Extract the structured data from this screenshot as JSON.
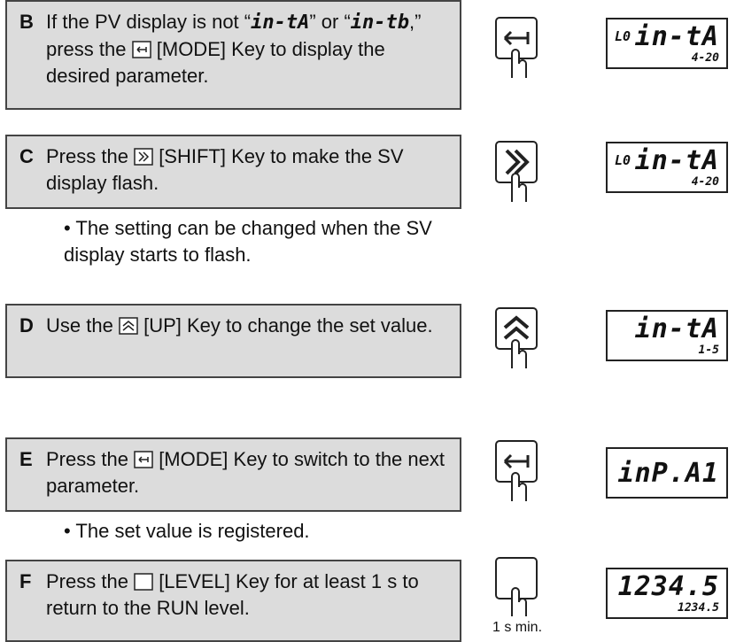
{
  "steps": [
    {
      "letter": "B",
      "pre": "If the PV display is not “",
      "d1": "in-tA",
      "mid": "” or “",
      "d2": "in-tb",
      "post": ",” press the",
      "key": "[MODE] Key to display the desired parameter."
    },
    {
      "letter": "C",
      "pre": "Press the",
      "key": "[SHIFT] Key to make the SV display flash."
    },
    {
      "letter": "D",
      "pre": "Use the",
      "key": "[UP] Key to change the set value."
    },
    {
      "letter": "E",
      "pre": "Press the",
      "key": "[MODE] Key to switch to the next parameter."
    },
    {
      "letter": "F",
      "pre": "Press the",
      "key": "[LEVEL] Key for at least 1 s to return to the RUN level."
    }
  ],
  "notes": {
    "c": "• The setting can be changed when the SV display starts to flash.",
    "e": "• The set value is registered."
  },
  "displays": [
    {
      "lo": "L0",
      "pv": "in-tA",
      "sv": "4-20"
    },
    {
      "lo": "L0",
      "pv": "in-tA",
      "sv": "4-20"
    },
    {
      "pv": "in-tA",
      "sv": "1-5"
    },
    {
      "pv": "inP.A1"
    },
    {
      "pv": "1234.5",
      "sv": "1234.5"
    }
  ],
  "caption": "1 s min."
}
